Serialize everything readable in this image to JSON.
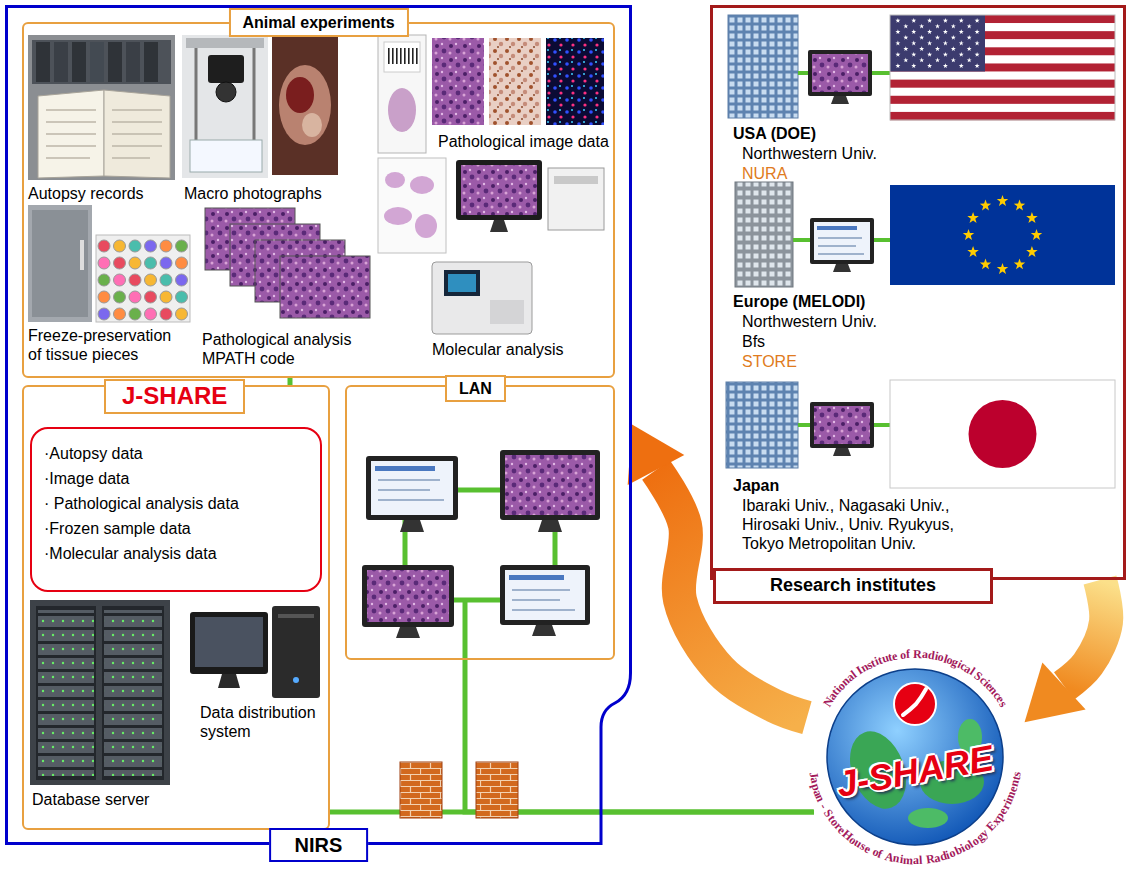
{
  "diagram": {
    "nodes": [
      {
        "text": [
          "NIRS"
        ]
      },
      {
        "text": [
          "Animal experiments"
        ],
        "in": 0
      },
      {
        "text": [
          "J-SHARE"
        ],
        "in": 0
      },
      {
        "text": [
          "·Autopsy data",
          "·Image data",
          "· Pathological analysis data",
          "·Frozen sample data",
          "·Molecular analysis data"
        ],
        "in": 2
      },
      {
        "text": [
          "LAN"
        ],
        "in": 0
      },
      {
        "text": [
          "Research institutes"
        ]
      },
      {
        "text": [
          "J-SHARE"
        ]
      }
    ],
    "edges": [
      {
        "from": 1,
        "to": 2,
        "arrow": "none"
      },
      {
        "from": 2,
        "to": 6,
        "arrow": "none"
      },
      {
        "from": 4,
        "to": 6,
        "arrow": "none"
      },
      {
        "from": 6,
        "to": 0,
        "arrow": "to"
      },
      {
        "from": 5,
        "to": 6,
        "arrow": "to"
      }
    ],
    "labels": [
      "Autopsy records",
      "Macro photographs",
      "Pathological image data",
      "Freeze-preservation of tissue pieces",
      "Pathological analysis MPATH code",
      "Molecular analysis",
      "Database server",
      "Data distribution system",
      "USA (DOE)",
      "Northwestern Univ.",
      "NURA",
      "Europe (MELODI)",
      "Northwestern Univ.",
      "Bfs",
      "STORE",
      "Japan",
      "Ibaraki Univ., Nagasaki Univ., Hirosaki Univ., Univ. Ryukyus, Tokyo Metropolitan Univ.",
      "National Institute of Radiological Sciences",
      "Japan - StoreHouse of Animal Radiobiology Experiments"
    ]
  }
}
